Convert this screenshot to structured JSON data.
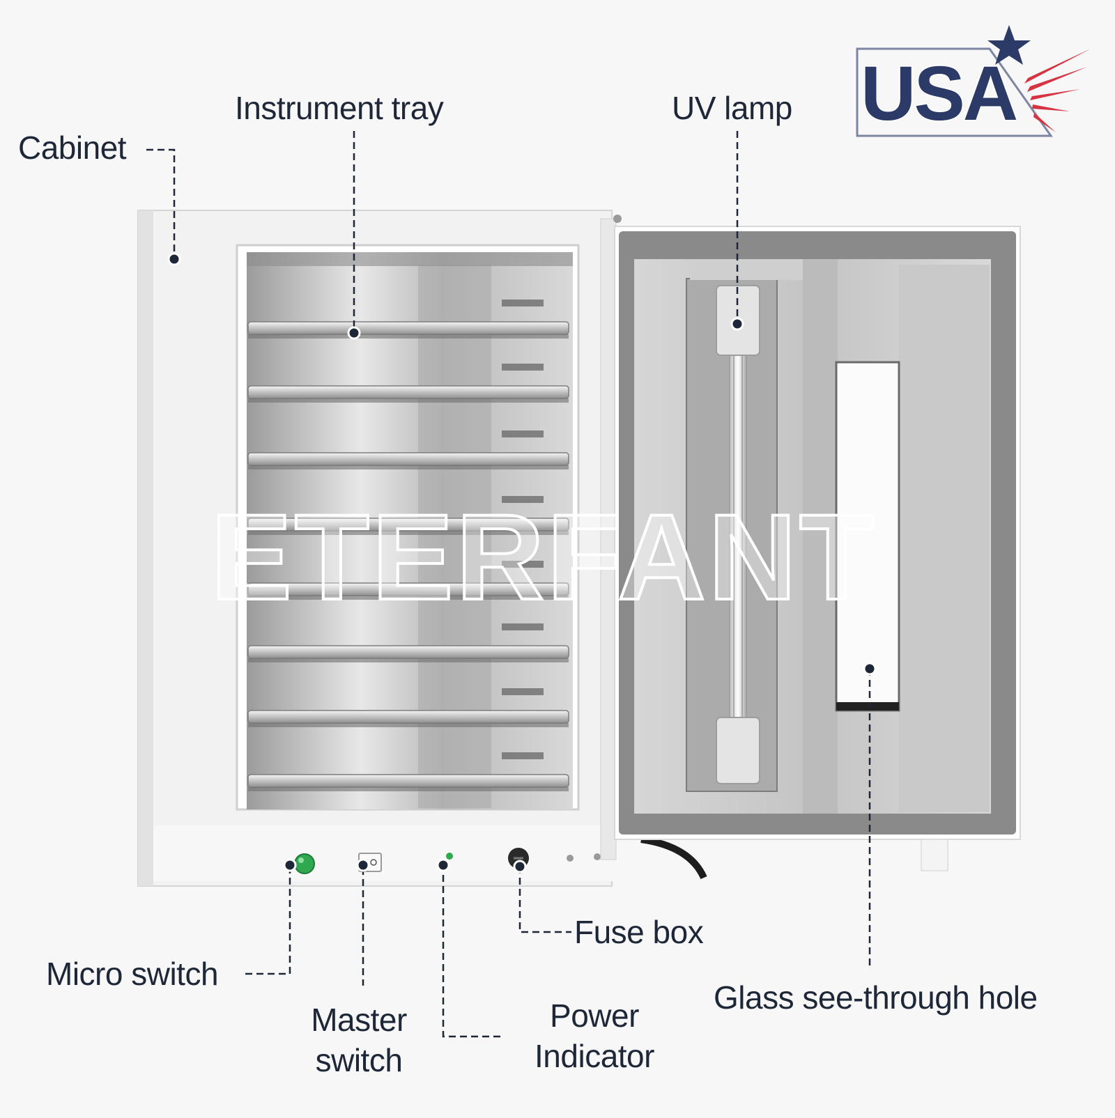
{
  "logo": {
    "text": "USA",
    "colors": {
      "navy": "#2b3a67",
      "red": "#d63442"
    }
  },
  "watermark": "ETERFANT",
  "callouts": {
    "cabinet": "Cabinet",
    "instrument_tray": "Instrument tray",
    "uv_lamp": "UV lamp",
    "micro_switch": "Micro switch",
    "master_switch": {
      "line1": "Master",
      "line2": "switch"
    },
    "power_indicator": {
      "line1": "Power",
      "line2": "Indicator"
    },
    "fuse_box": "Fuse box",
    "glass_hole": "Glass see-through hole"
  },
  "colors": {
    "text": "#1e2737",
    "leader": "#1e2737",
    "cabinet_body": "#f3f3f3",
    "steel": "#c9c9c9",
    "gasket": "#8a8a8a",
    "indicator_green": "#2fa84f"
  }
}
